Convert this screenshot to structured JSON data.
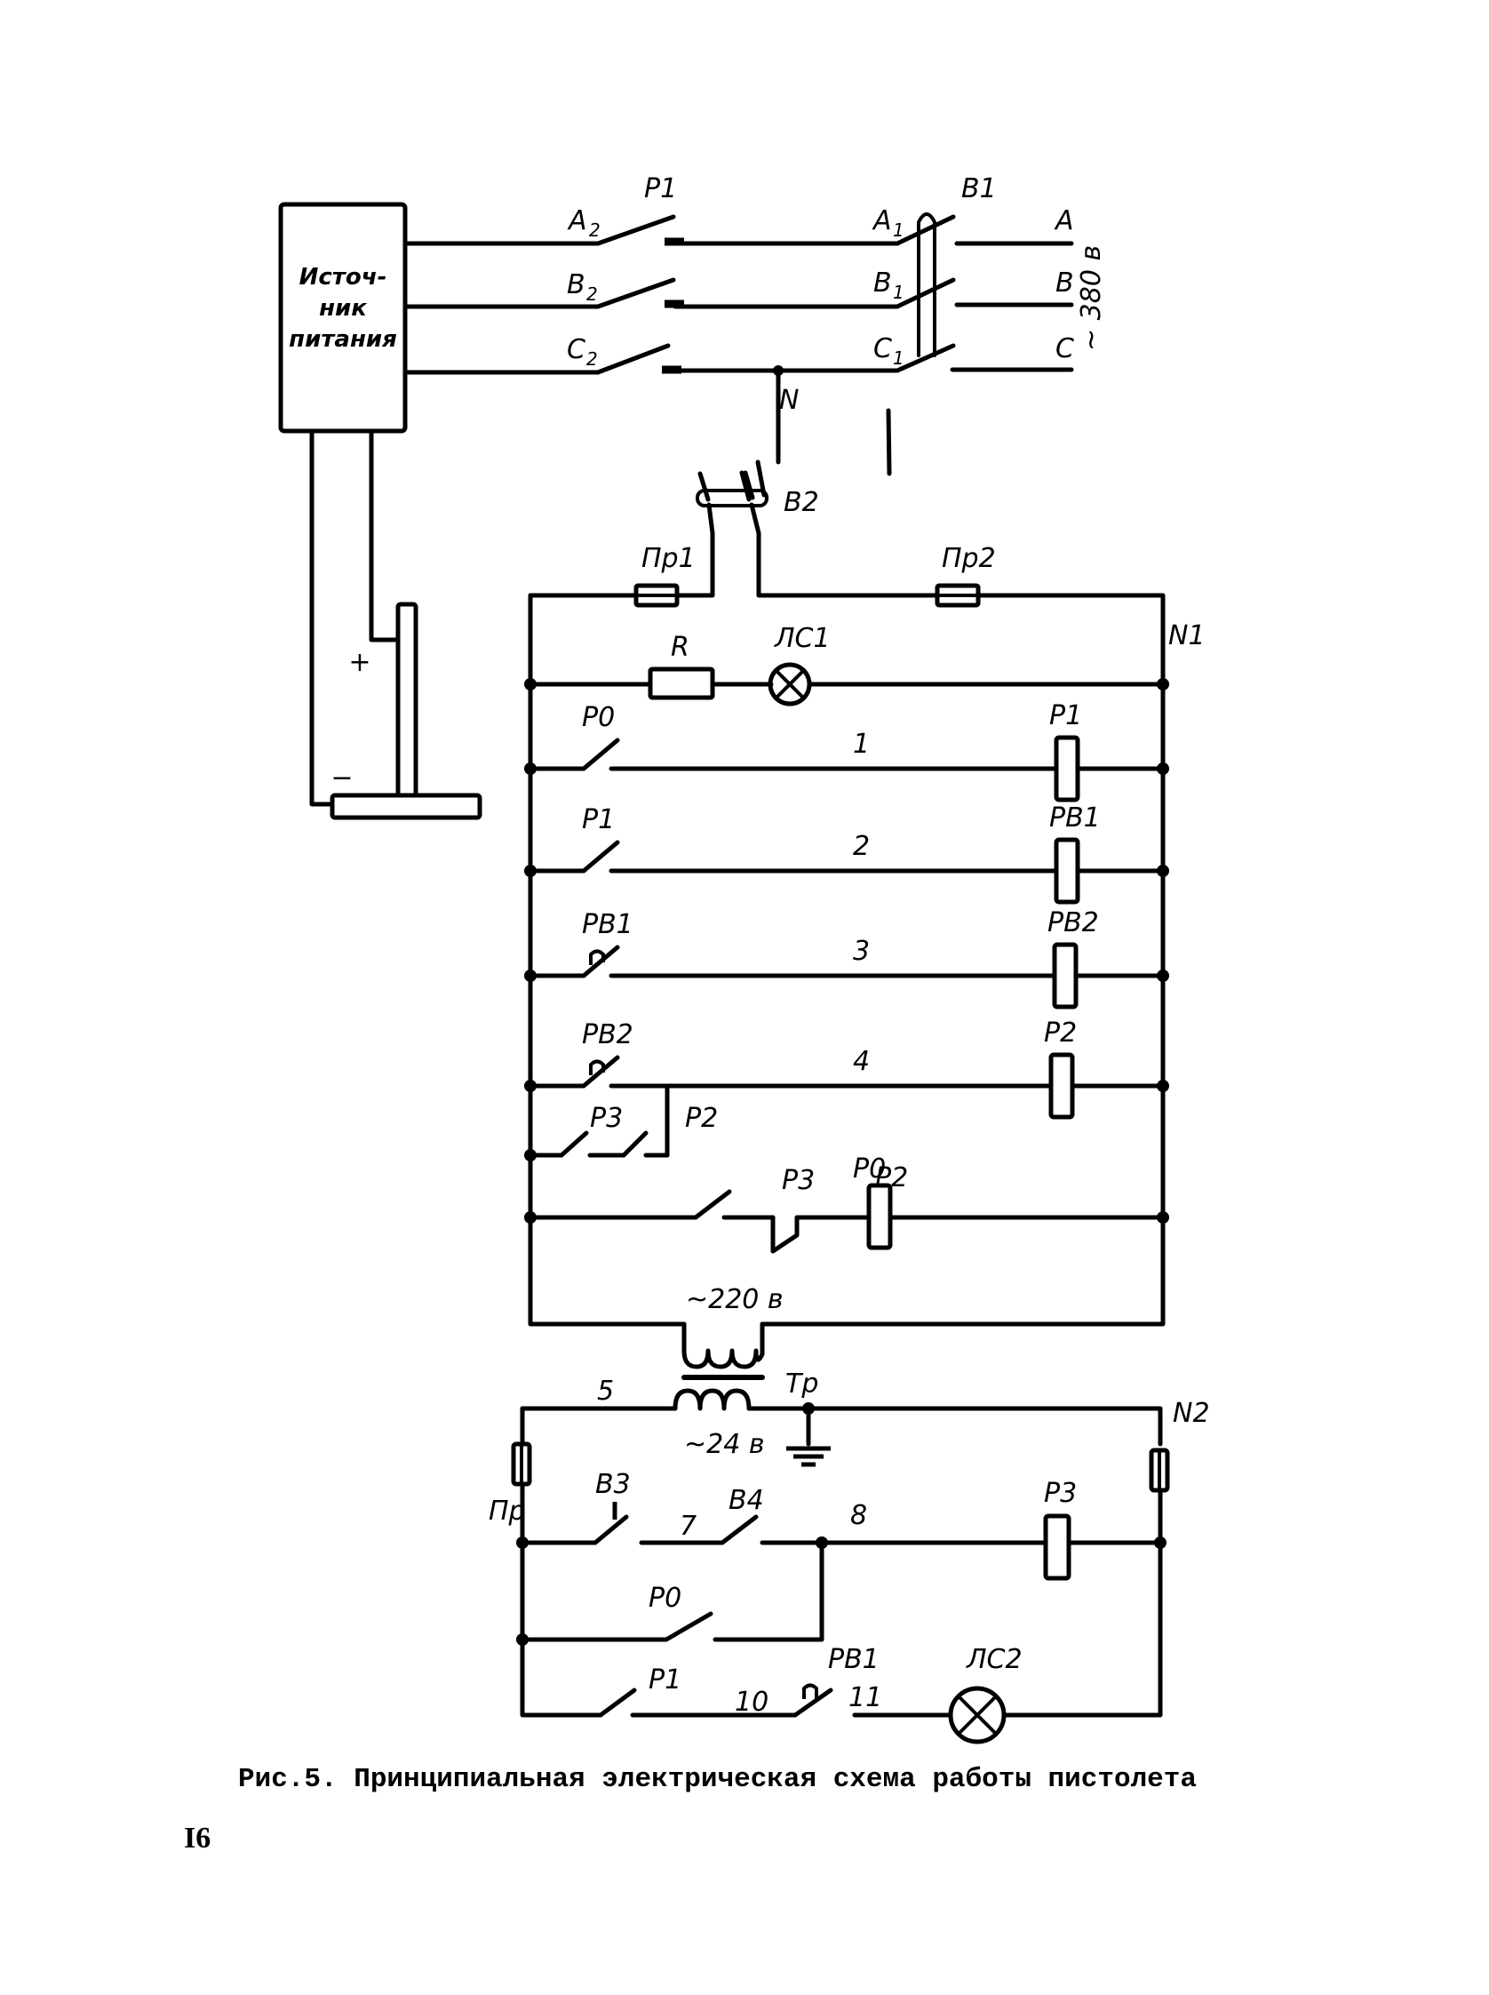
{
  "figure": {
    "caption": "Рис.5. Принципиальная электрическая схема работы пистолета",
    "page_number": "I6"
  },
  "power_source": {
    "label_lines": [
      "Источ-",
      "ник",
      "питания"
    ],
    "plus": "+",
    "minus": "−"
  },
  "mains": {
    "voltage": "~ 380 в",
    "phases": [
      "A",
      "B",
      "C"
    ],
    "contact_labels_left": [
      "A",
      "B",
      "C"
    ],
    "contact_labels_right": [
      "A",
      "B",
      "C"
    ],
    "subscripts_p1": "2",
    "subscripts_b1": "1",
    "relay_p1": "P1",
    "breaker_b1": "B1",
    "neutral": "N"
  },
  "circuit1": {
    "name": "N1",
    "switch_b2": "B2",
    "fuse1": "Пр1",
    "fuse2": "Пр2",
    "resistor": "R",
    "lamp": "ЛС1",
    "rungs": [
      {
        "contact": "P0",
        "wire": "1",
        "coil": "P1"
      },
      {
        "contact": "P1",
        "wire": "2",
        "coil": "PB1"
      },
      {
        "contact": "PB1",
        "wire": "3",
        "coil": "PB2"
      },
      {
        "contact": "PB2",
        "wire": "4",
        "coil": "P2"
      }
    ],
    "holding": {
      "contact_a": "P3",
      "contact_b": "P2"
    },
    "last_rung": {
      "contact_a": "P3",
      "contact_b": "P2",
      "coil": "P0"
    },
    "transformer_primary": "~220 в",
    "transformer": "Tp"
  },
  "circuit2": {
    "name": "N2",
    "wire5": "5",
    "secondary": "~24 в",
    "fuse": "Пр",
    "switch_b3": "B3",
    "wire7": "7",
    "switch_b4": "B4",
    "wire8": "8",
    "coil": "P3",
    "contact_p0": "P0",
    "contact_p1": "P1",
    "wire10": "10",
    "contact_pb1": "PB1",
    "wire11": "11",
    "lamp": "ЛС2"
  }
}
